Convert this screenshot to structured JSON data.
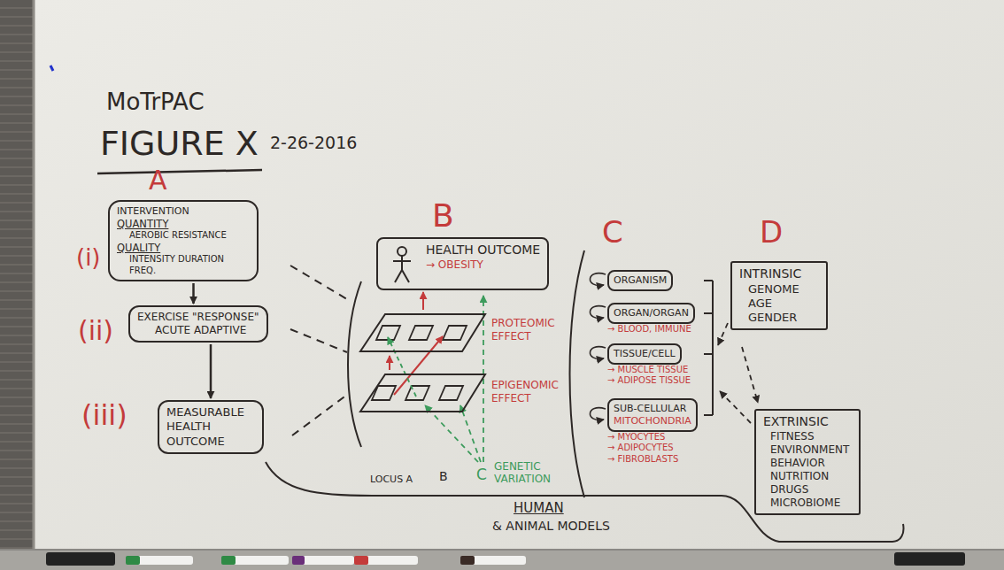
{
  "diagram": {
    "title": "MoTrPAC",
    "nodes": [
      {
        "text": [
          "INTERVENTION",
          "QUANTITY",
          "AEROBIC RESISTANCE",
          "QUALITY",
          "INTENSITY DURATION FREQ."
        ]
      },
      {
        "text": [
          "EXERCISE \"RESPONSE\"",
          "ACUTE ADAPTIVE"
        ]
      },
      {
        "text": [
          "MEASURABLE HEALTH OUTCOME"
        ]
      },
      {
        "text": [
          "HEALTH OUTCOME",
          "→ OBESITY"
        ]
      },
      {
        "text": [
          "PROTEOMIC EFFECT"
        ]
      },
      {
        "text": [
          "EPIGENOMIC EFFECT"
        ]
      },
      {
        "text": [
          "ORGANISM"
        ]
      },
      {
        "text": [
          "ORGAN/ORGAN",
          "→ BLOOD, IMMUNE"
        ]
      },
      {
        "text": [
          "TISSUE/CELL",
          "→ MUSCLE TISSUE",
          "→ ADIPOSE TISSUE"
        ]
      },
      {
        "text": [
          "SUB-CELLULAR",
          "MITOCHONDRIA",
          "→ MYOCYTES",
          "→ ADIPOCYTES",
          "→ FIBROBLASTS"
        ]
      },
      {
        "text": [
          "INTRINSIC",
          "GENOME AGE GENDER"
        ]
      },
      {
        "text": [
          "EXTRINSIC",
          "FITNESS ENVIRONMENT BEHAVIOR NUTRITION DRUGS MICROBIOME"
        ]
      }
    ],
    "edges": [
      {
        "from": 0,
        "to": 1,
        "arrow": "to"
      },
      {
        "from": 1,
        "to": 2,
        "arrow": "to"
      },
      {
        "from": 5,
        "to": 4,
        "arrow": "to"
      },
      {
        "from": 4,
        "to": 3,
        "arrow": "to"
      }
    ],
    "labels": [
      "FIGURE X",
      "2-26-2016",
      "A",
      "(i)",
      "(ii)",
      "(iii)",
      "B",
      "LOCUS A",
      "B",
      "C",
      "GENETIC VARIATION",
      "C",
      "D",
      "HUMAN",
      "& ANIMAL MODELS"
    ]
  }
}
